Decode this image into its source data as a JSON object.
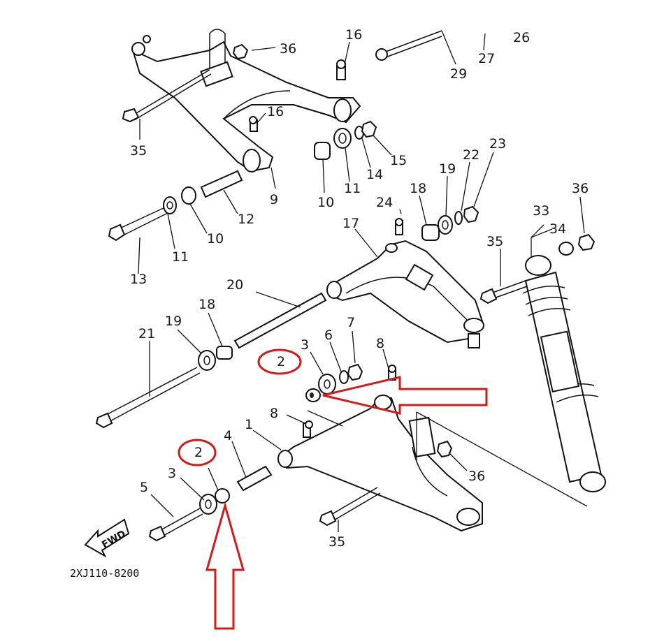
{
  "callouts": {
    "c1": "1",
    "c2a": "2",
    "c2b": "2",
    "c3a": "3",
    "c3b": "3",
    "c4": "4",
    "c5": "5",
    "c6": "6",
    "c7": "7",
    "c8a": "8",
    "c8b": "8",
    "c9": "9",
    "c10a": "10",
    "c10b": "10",
    "c11a": "11",
    "c11b": "11",
    "c12": "12",
    "c13": "13",
    "c14": "14",
    "c15": "15",
    "c16a": "16",
    "c16b": "16",
    "c17": "17",
    "c18a": "18",
    "c18b": "18",
    "c19a": "19",
    "c19b": "19",
    "c20": "20",
    "c21": "21",
    "c22": "22",
    "c23": "23",
    "c24": "24",
    "c26": "26",
    "c27": "27",
    "c29": "29",
    "c33": "33",
    "c34": "34",
    "c35a": "35",
    "c35b": "35",
    "c35c": "35",
    "c36a": "36",
    "c36b": "36",
    "c36c": "36"
  },
  "fwd_label": "FWD",
  "diagram_code": "2XJ110-8200",
  "colors": {
    "ink": "#111111",
    "highlight": "#d11a1a",
    "background": "#ffffff"
  },
  "icons": [
    "fwd-arrow-icon",
    "highlight-arrow-icon"
  ]
}
